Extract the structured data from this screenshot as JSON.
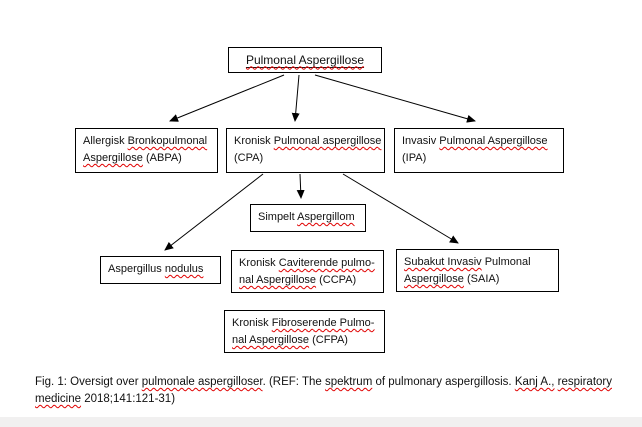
{
  "figure": {
    "nodes": {
      "root": {
        "seg1": "Pulmonal Aspergillose"
      },
      "abpa": {
        "seg1": "Allergisk ",
        "seg2": "Bronkopulmonal",
        "seg3": "Aspergillose",
        "seg4": " (ABPA)"
      },
      "cpa": {
        "seg1": "Kronisk ",
        "seg2": "Pulmonal aspergillose",
        "seg3": "(CPA)"
      },
      "ipa": {
        "seg1": "Invasiv ",
        "seg2": "Pulmonal Aspergillose",
        "seg3": "(IPA)"
      },
      "simpelt": {
        "seg1": "Simpelt ",
        "seg2": "Aspergillom"
      },
      "nodulus": {
        "seg1": "Aspergillus ",
        "seg2": "nodulus"
      },
      "ccpa": {
        "seg1": "Kronisk ",
        "seg2": "Caviterende pulmo-",
        "seg3": "nal Aspergillose",
        "seg4": " (CCPA)"
      },
      "saia": {
        "seg1": "Subakut Invasiv",
        "seg2": " Pulmonal",
        "seg3": "Aspergillose",
        "seg4": " (SAIA)"
      },
      "cfpa": {
        "seg1": "Kronisk ",
        "seg2": "Fibroserende Pulmo-",
        "seg3": "nal Aspergillose",
        "seg4": " (CFPA)"
      }
    },
    "edges": [
      {
        "from": "root",
        "to": "abpa"
      },
      {
        "from": "root",
        "to": "cpa"
      },
      {
        "from": "root",
        "to": "ipa"
      },
      {
        "from": "cpa",
        "to": "simpelt"
      },
      {
        "from": "cpa",
        "to": "nodulus"
      },
      {
        "from": "cpa",
        "to": "saia"
      }
    ],
    "caption": {
      "c1": "Fig. 1: Oversigt over ",
      "c2": "pulmonale aspergilloser",
      "c3": ". (REF: The ",
      "c4": "spektrum",
      "c5": " of pulmonary aspergillosis. ",
      "c6": "Kanj A.,",
      "c7": " ",
      "c8": "respiratory medicine",
      "c9": " 2018;141:121-31)"
    },
    "colors": {
      "box_border": "#000000",
      "arrow": "#000000",
      "spellcheck": "#e00000",
      "text": "#111111"
    }
  }
}
